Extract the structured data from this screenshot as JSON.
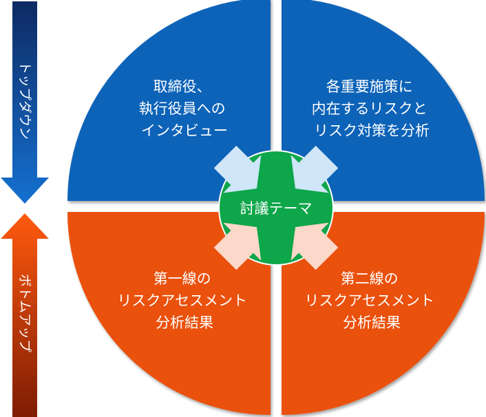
{
  "arrows": {
    "top_down": {
      "label": "トップダウン"
    },
    "bottom_up": {
      "label": "ボトムアップ"
    }
  },
  "quadrants": {
    "top_left": {
      "lines": [
        "取締役、",
        "執行役員への",
        "インタビュー"
      ]
    },
    "top_right": {
      "lines": [
        "各重要施策に",
        "内在するリスクと",
        "リスク対策を分析"
      ]
    },
    "bottom_left": {
      "lines": [
        "第一線の",
        "リスクアセスメント",
        "分析結果"
      ]
    },
    "bottom_right": {
      "lines": [
        "第二線の",
        "リスクアセスメント",
        "分析結果"
      ]
    }
  },
  "center": {
    "label": "討議テーマ"
  },
  "colors": {
    "top_quadrants": "#0a63b8",
    "bottom_quadrants": "#ea5108",
    "center_circle": "#0ea64a",
    "top_inward_arrows": "#cfe6f8",
    "bottom_inward_arrows": "#fbd8c9",
    "top_down_arrow_light": "#1571d1",
    "top_down_arrow_dark": "#0e2a63",
    "bottom_up_arrow_light": "#ff5a0e",
    "bottom_up_arrow_dark": "#7e1c04"
  }
}
